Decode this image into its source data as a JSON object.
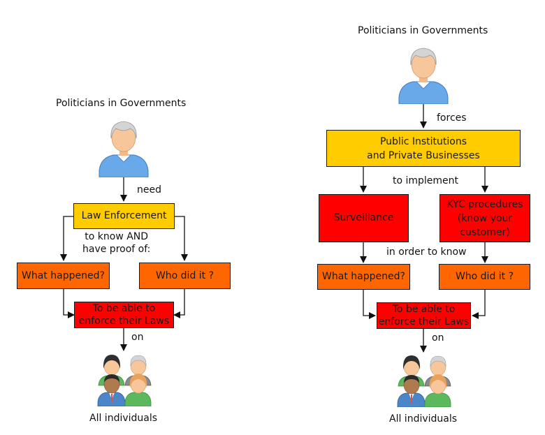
{
  "colors": {
    "yellow": "#ffcc00",
    "orange": "#ff6600",
    "red": "#ff0000"
  },
  "left": {
    "title": "Politicians in Governments",
    "icon": "politician-icon",
    "edge_need": "need",
    "law_enforcement": "Law Enforcement",
    "edge_proof": "to know AND\nhave proof of:",
    "what_happened": "What happened?",
    "who_did_it": "Who did it ?",
    "enforce": "To be able to\nenforce their Laws",
    "edge_on": "on",
    "people_icon": "people-group-icon",
    "people": "All individuals"
  },
  "right": {
    "title": "Politicians in Governments",
    "icon": "politician-icon",
    "edge_forces": "forces",
    "institutions": "Public Institutions\nand Private Businesses",
    "edge_implement": "to implement",
    "surveillance": "Surveillance",
    "kyc": "KYC procedures\n(know your\ncustomer)",
    "edge_know": "in order to know",
    "what_happened": "What happened?",
    "who_did_it": "Who did it ?",
    "enforce": "To be able to\nenforce their Laws",
    "edge_on": "on",
    "people_icon": "people-group-icon",
    "people": "All individuals"
  }
}
